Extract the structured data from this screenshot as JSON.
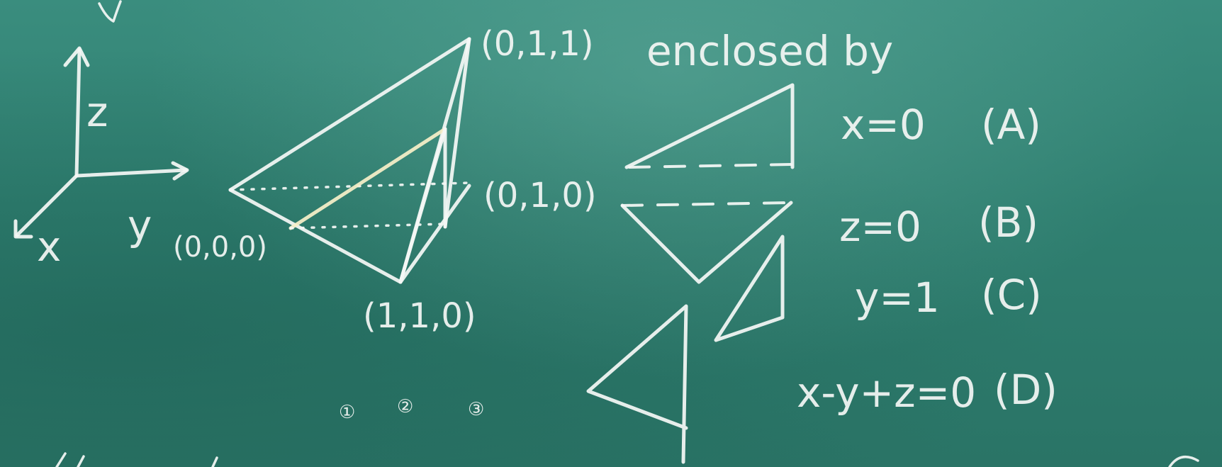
{
  "axes": {
    "z_label": "z",
    "y_label": "y",
    "x_label": "x"
  },
  "points": {
    "p_top": "(0,1,1)",
    "p_mid": "(0,1,0)",
    "p_origin": "(0,0,0)",
    "p_front": "(1,1,0)"
  },
  "heading": "enclosed by",
  "planes": [
    {
      "equation": "x=0",
      "tag": "(A)"
    },
    {
      "equation": "z=0",
      "tag": "(B)"
    },
    {
      "equation": "y=1",
      "tag": "(C)"
    },
    {
      "equation": "x-y+z=0",
      "tag": "(D)"
    }
  ],
  "circled": [
    "①",
    "②",
    "③"
  ],
  "colors": {
    "board": "#2f7f70",
    "chalk": "#f4f7f5",
    "yellow_chalk": "#f6efc8"
  }
}
